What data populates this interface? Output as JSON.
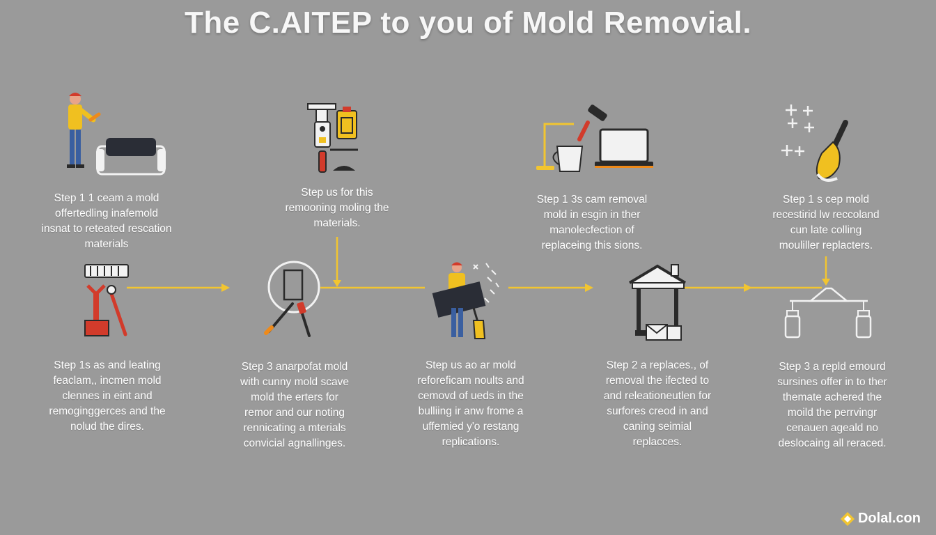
{
  "title": "The C.AITEP to you of Mold Removial.",
  "top_steps": [
    {
      "lines": [
        "Step 1 1 ceam a mold",
        "offertedling inafemold",
        "insnat to reteated rescation",
        "materials"
      ]
    },
    {
      "lines": [
        "Step us for this",
        "remooning moling the",
        "materials."
      ]
    },
    {
      "lines": [
        "Step 1 3s cam removal",
        "mold in esgin in ther",
        "manolecfection of",
        "replaceing this sions."
      ]
    },
    {
      "lines": [
        "Step 1 s cep mold",
        "recestirid lw reccoland",
        "cun late colling",
        "mouliller replacters."
      ]
    }
  ],
  "bottom_steps": [
    {
      "lines": [
        "Step 1s as and leating",
        "feaclam,, incmen mold",
        "clennes in eint and",
        "remoginggerces and the",
        "nolud the dires."
      ]
    },
    {
      "lines": [
        "Step 3 anarpofat mold",
        "with cunny mold scave",
        "mold the erters for",
        "remor and our noting",
        "rennicating a mterials",
        "convicial agnallinges."
      ]
    },
    {
      "lines": [
        "Step us ao ar mold",
        "reforeficam noults and",
        "cemovd of ueds in the",
        "bulliing ir anw frome a",
        "uffemied y'o restang",
        "replications."
      ]
    },
    {
      "lines": [
        "Step 2 a replaces., of",
        "removal the ifected to",
        "and releationeutlen for",
        "surfores creod in and",
        "caning seimial",
        "replacces."
      ]
    },
    {
      "lines": [
        "Step 3 a repld emourd",
        "sursines offer in to ther",
        "themate achered the",
        "moild the perrvingr",
        "cenauen ageald no",
        "deslocaing all reraced."
      ]
    }
  ],
  "logo": {
    "text": "Dolal.con"
  },
  "colors": {
    "background": "#9a9a9a",
    "accent": "#f2c530",
    "ink": "#2a2a2a"
  },
  "icons": [
    "worker-sofa-icon",
    "spray-tools-icon",
    "lamp-laptop-icon",
    "sparkle-brush-icon",
    "cleaning-kit-icon",
    "magnifier-tools-icon",
    "worker-panel-icon",
    "house-frame-icon",
    "scale-bottles-icon"
  ]
}
